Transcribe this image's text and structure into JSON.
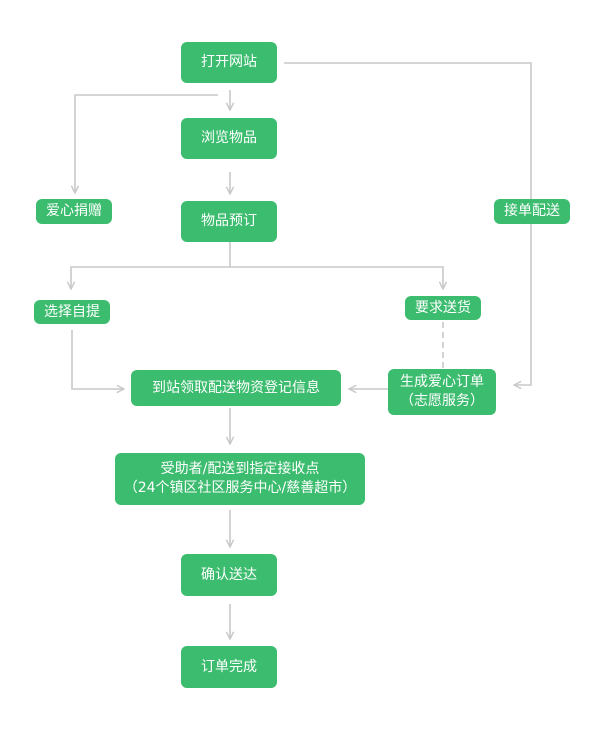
{
  "nodes": {
    "open_site": {
      "label": "打开网站"
    },
    "browse_items": {
      "label": "浏览物品"
    },
    "donate": {
      "label": "爱心捐赠"
    },
    "reserve_items": {
      "label": "物品预订"
    },
    "accept_delivery": {
      "label": "接单配送"
    },
    "self_pickup": {
      "label": "选择自提"
    },
    "request_delivery": {
      "label": "要求送货"
    },
    "station_pickup": {
      "label": "到站领取配送物资登记信息"
    },
    "create_order": {
      "line1": "生成爱心订单",
      "line2": "（志愿服务）"
    },
    "recipient": {
      "line1": "受助者/配送到指定接收点",
      "line2": "（24个镇区社区服务中心/慈善超市）"
    },
    "confirm_delivery": {
      "label": "确认送达"
    },
    "order_complete": {
      "label": "订单完成"
    }
  },
  "colors": {
    "node_fill": "#3bbc6e",
    "node_text": "#ffffff",
    "connector": "#c8c8c8"
  }
}
